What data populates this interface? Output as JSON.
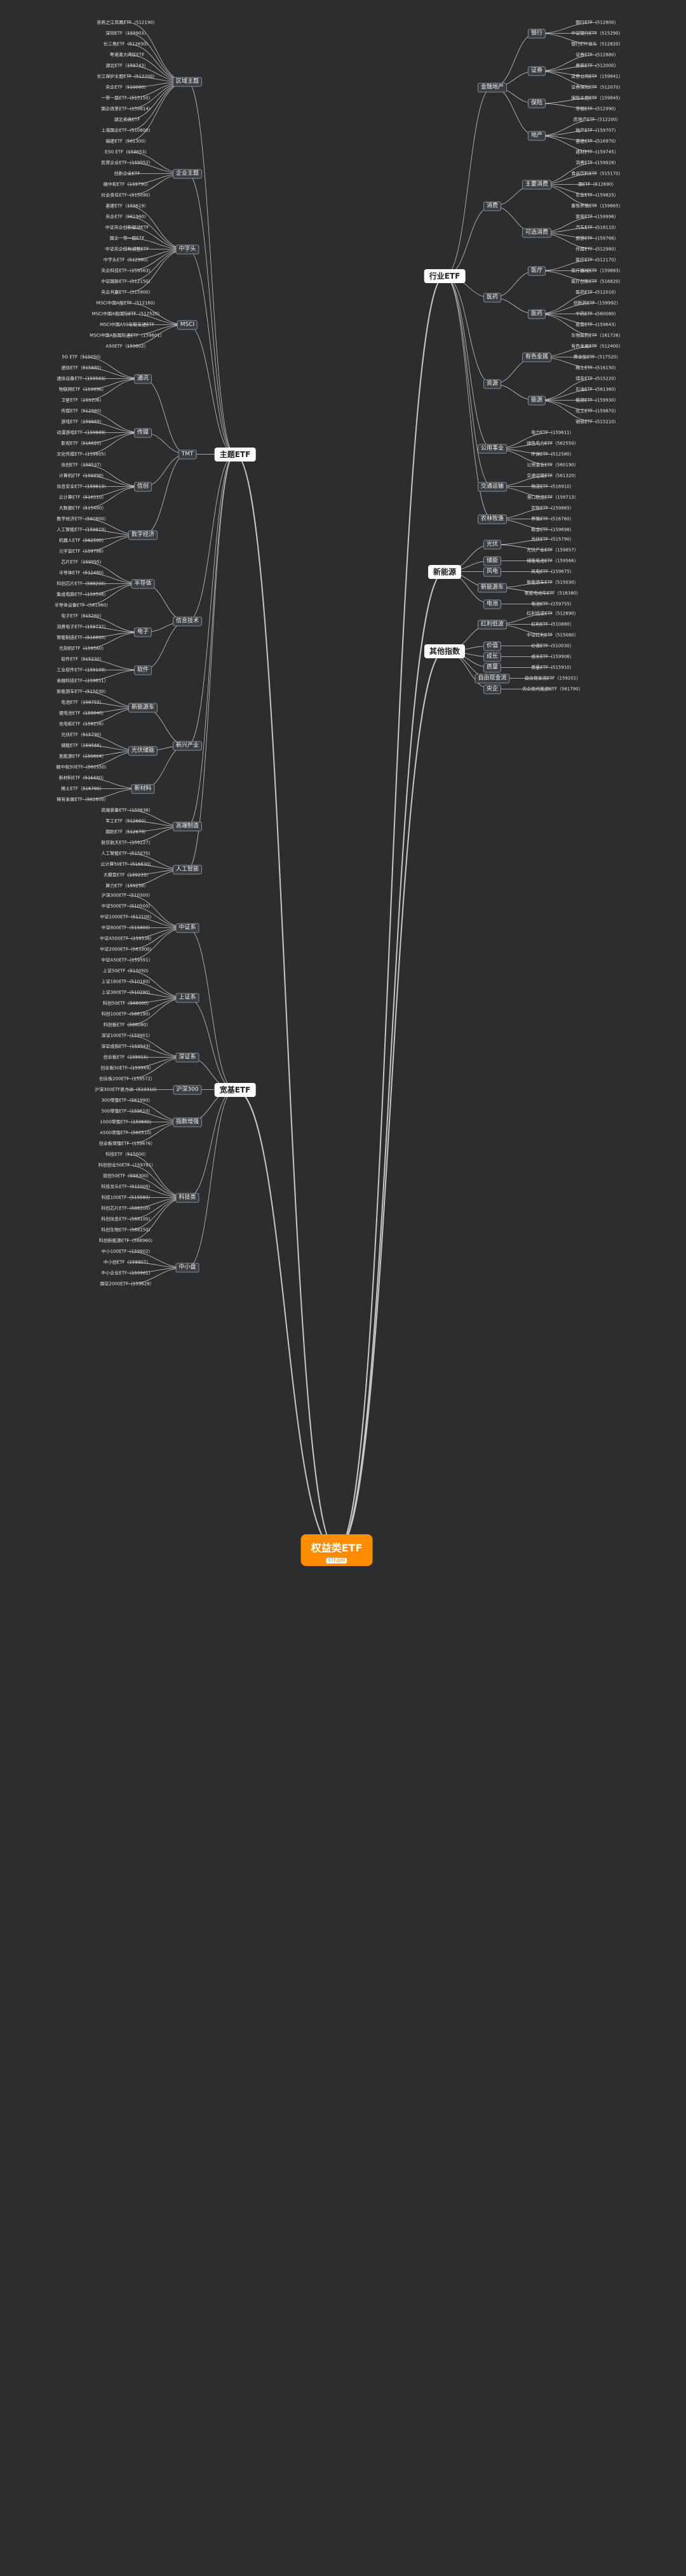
{
  "root": {
    "title": "权益类ETF",
    "subtitle": "ETF品种"
  },
  "colors": {
    "root": "#ff8c00",
    "wire": "#c8c8c8",
    "highlight": "#f2a65a",
    "background": "#2b2d2f"
  },
  "branches": [
    {
      "label": "主题ETF",
      "side": "left",
      "children": [
        {
          "label": "区域主题",
          "children": [
            "浙商之江凤凰ETF（512190）",
            "深圳ETF（159903）",
            "长三角ETF（512650）",
            "粤港澳大湾区ETF",
            "湖北ETF（159743）",
            "长江保护主题ETF（512200）",
            "央企ETF（510060）",
            "一带一路ETF（515150）",
            "国企改革ETF（159814）",
            "湖北省改ETF",
            "上海国企ETF（510800）",
            "福建ETF（561300）"
          ]
        },
        {
          "label": "企业主题",
          "children": [
            "ESG ETF（159653）",
            "民营企业ETF（159952）",
            "创新企业ETF",
            "碳中和ETF（159790）",
            "社会责任ETF（515090）"
          ]
        },
        {
          "label": "中字头",
          "children": [
            "基建ETF（159619）",
            "央企ETF（561960）",
            "中证央企创新驱动ETF",
            "国企一带一路ETF",
            "中证央企结构调整ETF",
            "中字头ETF（512960）",
            "央企科技ETF（159563）",
            "中证国新ETF（512150）",
            "央企共赢ETF（515900）"
          ]
        },
        {
          "label": "MSCI",
          "children": [
            "MSCI中国A股ETF（512160）",
            "MSCI中国A股国际ETF（512520）",
            "MSCI中国A50互联互通ETF",
            "MSCI中国A股国际通ETF（159601）",
            "A50ETF（159602）"
          ]
        },
        {
          "label": "TMT",
          "children": [
            {
              "label": "通讯",
              "children": [
                "5G ETF（515050）",
                "通信ETF（515880）",
                "通信设备ETF（159583）",
                "物联网ETF（159896）",
                "卫星ETF（159206）"
              ]
            },
            {
              "label": "传媒",
              "children": [
                "传媒ETF（512980）",
                "游戏ETF（159869）",
                "动漫游戏ETF（159889）",
                "影视ETF（516620）",
                "文化传媒ETF（159805）"
              ]
            },
            {
              "label": "信创",
              "children": [
                "信创ETF（159537）",
                "计算机ETF（159998）",
                "信息安全ETF（159613）",
                "云计算ETF（516510）",
                "大数据ETF（515400）"
              ]
            },
            {
              "label": "数字经济",
              "children": [
                "数字经济ETF（560800）",
                "人工智能ETF（159819）",
                "机器人ETF（562500）",
                "元宇宙ETF（159786）"
              ]
            }
          ]
        },
        {
          "label": "信息技术",
          "children": [
            {
              "label": "半导体",
              "children": [
                "芯片ETF（159995）",
                "半导体ETF（512480）",
                "科创芯片ETF（588200）",
                "集成电路ETF（159546）",
                "半导体设备ETF（561980）"
              ]
            },
            {
              "label": "电子",
              "children": [
                "电子ETF（515260）",
                "消费电子ETF（159732）",
                "智能制造ETF（516800）",
                "光刻机ETF（159560）"
              ]
            },
            {
              "label": "软件",
              "children": [
                "软件ETF（515230）",
                "工业软件ETF（159109）",
                "金融科技ETF（159851）"
              ]
            }
          ]
        },
        {
          "label": "新兴产业",
          "children": [
            {
              "label": "新能源车",
              "children": [
                "新能源车ETF（515030）",
                "电池ETF（159755）",
                "锂电池ETF（159840）",
                "充电桩ETF（159256）"
              ]
            },
            {
              "label": "光伏储能",
              "children": [
                "光伏ETF（515790）",
                "储能ETF（159566）",
                "氢能源ETF（159664）",
                "碳中和50ETF（560550）"
              ]
            },
            {
              "label": "新材料",
              "children": [
                "新材料ETF（516480）",
                "稀土ETF（516780）",
                "稀有金属ETF（562800）"
              ]
            }
          ]
        },
        {
          "label": "高端制造",
          "children": [
            "高端装备ETF（159638）",
            "军工ETF（512660）",
            "国防ETF（512670）",
            "航空航天ETF（159227）"
          ]
        },
        {
          "label": "人工智能",
          "children": [
            "人工智能ETF（515070）",
            "云计算50ETF（516630）",
            "大模型ETF（159233）",
            "算力ETF（159258）"
          ]
        }
      ]
    },
    {
      "label": "行业ETF",
      "side": "right",
      "children": [
        {
          "label": "金融地产",
          "children": [
            {
              "label": "银行",
              "children": [
                "银行ETF（512800）",
                "中证银行ETF（515290）",
                "银行ETF龙头（512820）"
              ]
            },
            {
              "label": "证券",
              "children": [
                "证券ETF（512880）",
                "券商ETF（512000）",
                "证券公司ETF（159841）",
                "证券保险ETF（512070）"
              ]
            },
            {
              "label": "保险",
              "children": [
                "保险主题ETF（159845）",
                "非银ETF（512990）"
              ]
            },
            {
              "label": "地产",
              "children": [
                "房地产ETF（512200）",
                "地产ETF（159707）",
                "基建ETF（516970）",
                "建材ETF（159745）"
              ]
            }
          ]
        },
        {
          "label": "消费",
          "children": [
            {
              "label": "主要消费",
              "children": [
                "消费ETF（159928）",
                "食品饮料ETF（515170）",
                "酒ETF（512690）",
                "农业ETF（159825）",
                "畜牧养殖ETF（159865）"
              ]
            },
            {
              "label": "可选消费",
              "children": [
                "家电ETF（159996）",
                "汽车ETF（516110）",
                "旅游ETF（159766）",
                "传媒ETF（512980）"
              ]
            }
          ]
        },
        {
          "label": "医药",
          "children": [
            {
              "label": "医疗",
              "children": [
                "医疗ETF（512170）",
                "医疗器械ETF（159883）",
                "医疗创新ETF（516820）"
              ]
            },
            {
              "label": "医药",
              "children": [
                "医药ETF（512010）",
                "创新药ETF（159992）",
                "中药ETF（560080）",
                "疫苗ETF（159643）",
                "生物医药ETF（161726）"
              ]
            }
          ]
        },
        {
          "label": "资源",
          "children": [
            {
              "label": "有色金属",
              "children": [
                "有色金属ETF（512400）",
                "黄金股ETF（517520）",
                "稀土ETF（516150）"
              ]
            },
            {
              "label": "能源",
              "children": [
                "煤炭ETF（515220）",
                "石油ETF（561360）",
                "能源ETF（159930）",
                "化工ETF（159870）",
                "钢铁ETF（515210）"
              ]
            }
          ]
        },
        {
          "label": "公用事业",
          "children": [
            "电力ETF（159611）",
            "绿色电力ETF（562550）",
            "环保ETF（512580）",
            "公用事业ETF（560190）"
          ]
        },
        {
          "label": "交通运输",
          "children": [
            "交通运输ETF（561320）",
            "物流ETF（516910）",
            "港口航运ETF（159713）"
          ]
        },
        {
          "label": "农林牧渔",
          "children": [
            "农牧ETF（159865）",
            "养殖ETF（516760）",
            "粮食ETF（159698）"
          ]
        }
      ]
    },
    {
      "label": "宽基ETF",
      "side": "left",
      "children": [
        {
          "label": "中证系",
          "children": [
            "沪深300ETF（510300）",
            "中证500ETF（510500）",
            "中证1000ETF（512100）",
            "中证800ETF（515800）",
            "中证A500ETF（159338）",
            "中证2000ETF（563300）",
            "中证A50ETF（159591）"
          ]
        },
        {
          "label": "上证系",
          "children": [
            "上证50ETF（510050）",
            "上证180ETF（510180）",
            "上证380ETF（510290）",
            "科创50ETF（588000）",
            "科创100ETF（588190）",
            "科创板ETF（588080）"
          ]
        },
        {
          "label": "深证系",
          "children": [
            "深证100ETF（159901）",
            "深证成指ETF（159943）",
            "创业板ETF（159915）",
            "创业板50ETF（159949）",
            "创业板200ETF（159572）"
          ]
        },
        {
          "label": "沪深300",
          "children": [
            "沪深300ETF易方达（510310）"
          ]
        },
        {
          "label": "指数增强",
          "children": [
            "300增强ETF（561990）",
            "500增强ETF（159610）",
            "1000增强ETF（159680）",
            "A500增强ETF（560510）",
            "创业板增强ETF（159676）"
          ]
        },
        {
          "label": "科技类",
          "children": [
            "科技ETF（515000）",
            "科创创业50ETF（159781）",
            "双创50ETF（588300）",
            "科技龙头ETF（515000）",
            "科技100ETF（515580）",
            "科创芯片ETF（588200）",
            "科创信息ETF（588100）",
            "科创生物ETF（588250）",
            "科创新能源ETF（588960）"
          ]
        },
        {
          "label": "中小盘",
          "children": [
            "中小100ETF（159902）",
            "中小创ETF（159907）",
            "中小企业ETF（159961）",
            "国证2000ETF（159628）"
          ]
        }
      ]
    },
    {
      "label": "新能源",
      "side": "right",
      "children": [
        {
          "label": "光伏",
          "children": [
            "光伏ETF（515790）",
            "光伏产业ETF（159857）"
          ]
        },
        {
          "label": "储能",
          "children": [
            "储能电池ETF（159566）"
          ]
        },
        {
          "label": "风电",
          "children": [
            "风电ETF（159675）"
          ]
        },
        {
          "label": "新能源车",
          "children": [
            "新能源车ETF（515030）",
            "智能电动车ETF（516380）"
          ]
        },
        {
          "label": "电池",
          "children": [
            "电池ETF（159755）"
          ]
        }
      ]
    },
    {
      "label": "其他指数",
      "side": "right",
      "children": [
        {
          "label": "红利低波",
          "children": [
            "红利低波ETF（512890）",
            "红利ETF（510880）",
            "中证红利ETF（515080）"
          ]
        },
        {
          "label": "价值",
          "children": [
            "价值ETF（510030）"
          ]
        },
        {
          "label": "成长",
          "children": [
            "成长ETF（159906）"
          ]
        },
        {
          "label": "质量",
          "children": [
            "质量ETF（515910）"
          ]
        },
        {
          "label": "自由现金流",
          "children": [
            "自由现金流ETF（159201）"
          ]
        },
        {
          "label": "央企",
          "children": [
            "央企现代能源ETF（561790）"
          ]
        }
      ]
    }
  ]
}
